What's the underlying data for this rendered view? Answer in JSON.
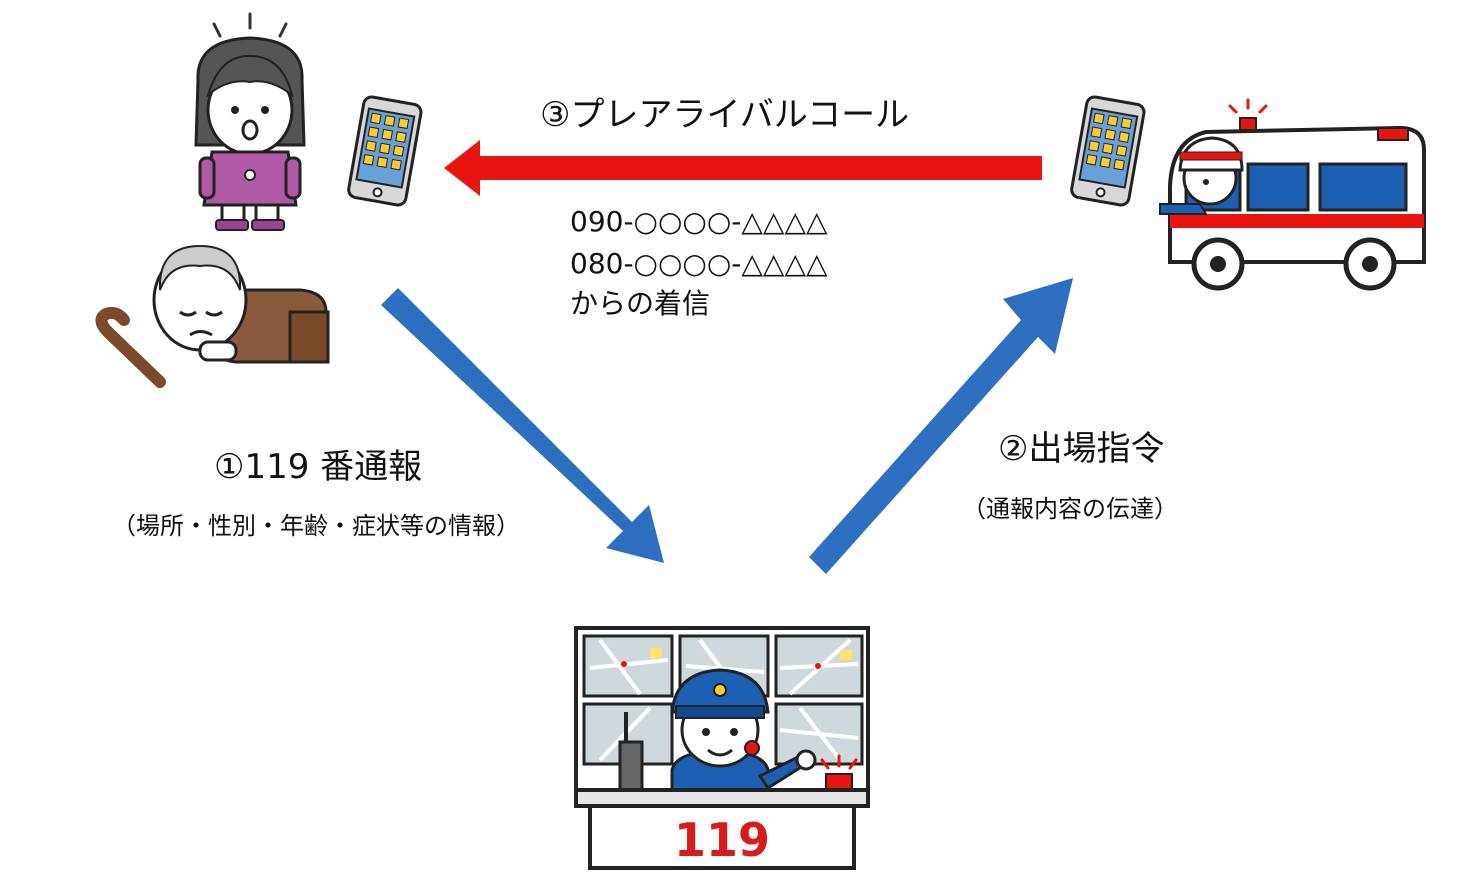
{
  "steps": {
    "step1": {
      "label": "①119 番通報",
      "detail": "（場所・性別・年齢・症状等の情報）"
    },
    "step2": {
      "label": "②出場指令",
      "detail": "（通報内容の伝達）"
    },
    "step3": {
      "label": "③プレアライバルコール",
      "numbers": [
        "090-○○○○-△△△△",
        "080-○○○○-△△△△"
      ],
      "note": "からの着信"
    }
  },
  "dispatch_desk": {
    "number": "119"
  },
  "colors": {
    "blue_arrow": "#2f6fc0",
    "red_arrow": "#e8140f",
    "desk_red": "#d81c1c",
    "shirt_pink": "#b05aa6",
    "ambulance_blue": "#1d5fb3"
  }
}
